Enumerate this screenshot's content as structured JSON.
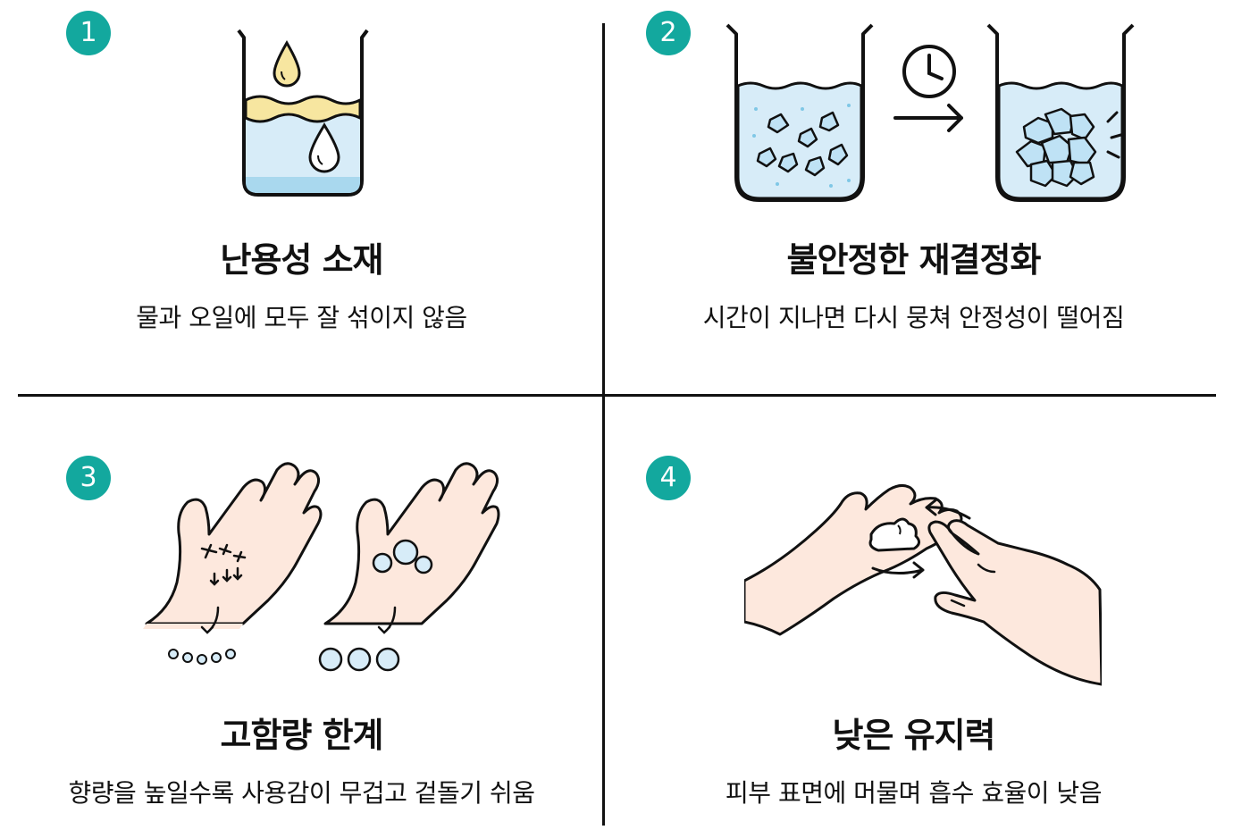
{
  "panels": [
    {
      "number": "1",
      "title": "난용성 소재",
      "desc": "물과 오일에 모두 잘 섞이지 않음",
      "icon": "beaker-oil-water-icon"
    },
    {
      "number": "2",
      "title": "불안정한 재결정화",
      "desc": "시간이 지나면 다시 뭉쳐 안정성이 떨어짐",
      "icon": "crystal-aggregation-icon"
    },
    {
      "number": "3",
      "title": "고함량 한계",
      "desc": "향량을 높일수록 사용감이 무겁고 겉돌기 쉬움",
      "icon": "hands-particles-icon"
    },
    {
      "number": "4",
      "title": "낮은 유지력",
      "desc": "피부 표면에 머물며 흡수 효율이 낮음",
      "icon": "hands-cream-icon"
    }
  ],
  "colors": {
    "badge": "#13a89e",
    "water": "#d7ecf8",
    "oil": "#f7e6a0",
    "skin": "#fde8dd",
    "crystal": "#bfe2f5"
  }
}
